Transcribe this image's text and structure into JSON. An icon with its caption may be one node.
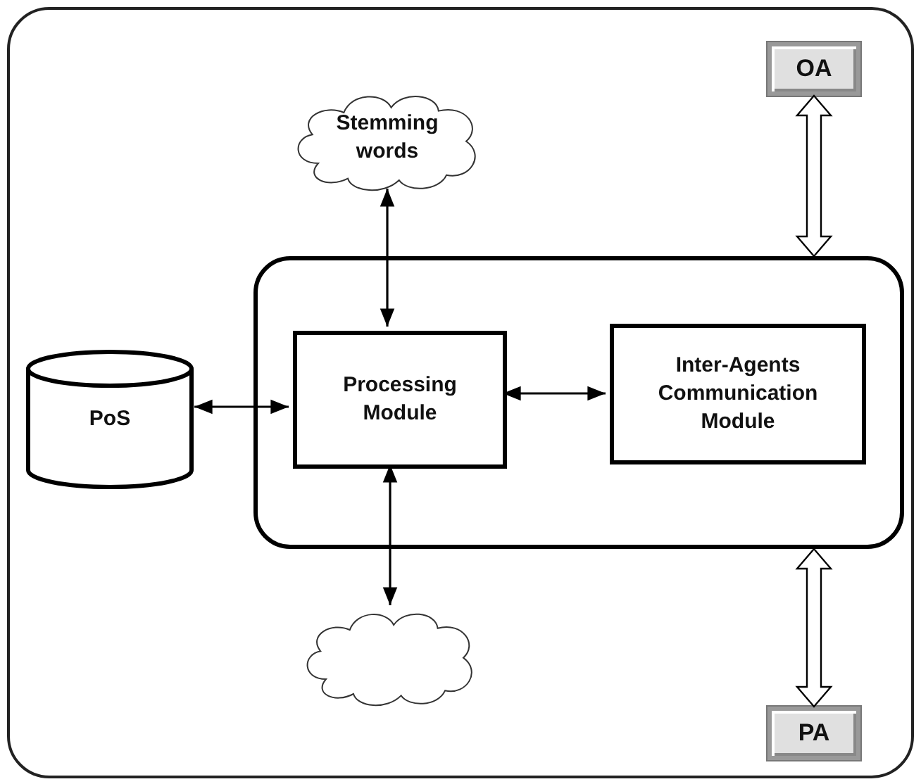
{
  "diagram": {
    "nodes": [
      {
        "text": [
          "Stemming words"
        ]
      },
      {
        "text": [
          "OA"
        ]
      },
      {
        "text": [],
        "shape": "box"
      },
      {
        "text": [
          "PoS"
        ]
      },
      {
        "text": [
          "Processing Module"
        ],
        "in": 2
      },
      {
        "text": [
          "Inter-Agents Communication Module"
        ],
        "in": 2
      },
      {
        "text": [],
        "shape": "cloud"
      },
      {
        "text": [
          "PA"
        ]
      }
    ],
    "edges": [
      {
        "from": 0,
        "to": 4,
        "arrow": "both"
      },
      {
        "from": 3,
        "to": 4,
        "arrow": "both"
      },
      {
        "from": 4,
        "to": 5,
        "arrow": "both"
      },
      {
        "from": 4,
        "to": 6,
        "arrow": "both"
      },
      {
        "from": 1,
        "to": 2,
        "arrow": "both",
        "style": "thick"
      },
      {
        "from": 2,
        "to": 7,
        "arrow": "both",
        "style": "thick"
      }
    ]
  }
}
